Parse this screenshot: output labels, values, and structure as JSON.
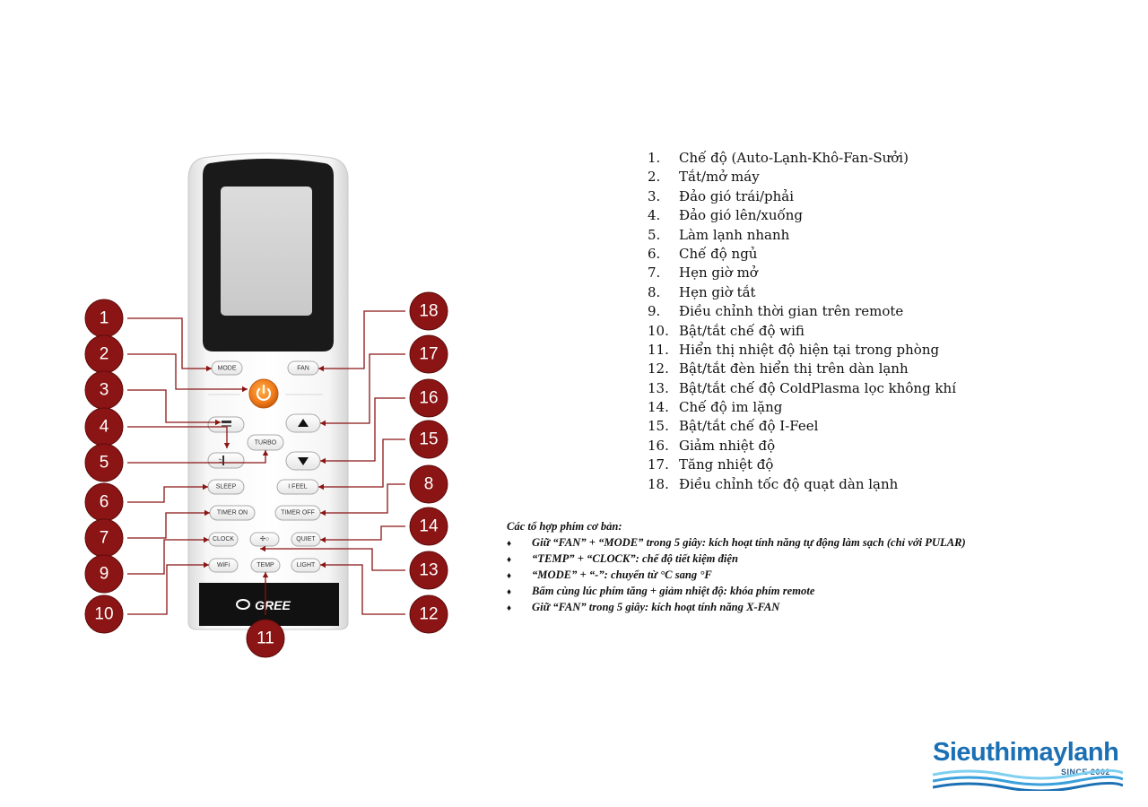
{
  "remote": {
    "brand": "GREE",
    "buttons": {
      "mode": "MODE",
      "fan": "FAN",
      "turbo": "TURBO",
      "sleep": "SLEEP",
      "ifeel": "I FEEL",
      "timer_on": "TIMER ON",
      "timer_off": "TIMER OFF",
      "clock": "CLOCK",
      "quiet": "QUIET",
      "wifi": "WiFi",
      "temp": "TEMP",
      "light": "LIGHT"
    }
  },
  "callouts": [
    "1",
    "2",
    "3",
    "4",
    "5",
    "6",
    "7",
    "8",
    "9",
    "10",
    "11",
    "12",
    "13",
    "14",
    "15",
    "16",
    "17",
    "18"
  ],
  "legend": [
    {
      "num": "1.",
      "text": "Chế độ (Auto-Lạnh-Khô-Fan-Sưởi)"
    },
    {
      "num": "2.",
      "text": "Tắt/mở máy"
    },
    {
      "num": "3.",
      "text": "Đảo gió trái/phải"
    },
    {
      "num": "4.",
      "text": "Đảo gió lên/xuống"
    },
    {
      "num": "5.",
      "text": "Làm lạnh nhanh"
    },
    {
      "num": "6.",
      "text": "Chế độ ngủ"
    },
    {
      "num": "7.",
      "text": "Hẹn giờ mở"
    },
    {
      "num": "8.",
      "text": "Hẹn giờ tắt"
    },
    {
      "num": "9.",
      "text": "Điều chỉnh thời gian trên remote"
    },
    {
      "num": "10.",
      "text": "Bật/tắt chế độ wifi"
    },
    {
      "num": "11.",
      "text": "Hiển thị nhiệt độ hiện tại trong phòng"
    },
    {
      "num": "12.",
      "text": "Bật/tắt đèn hiển thị trên dàn lạnh"
    },
    {
      "num": "13.",
      "text": "Bật/tắt chế độ ColdPlasma lọc không khí"
    },
    {
      "num": "14.",
      "text": "Chế độ im lặng"
    },
    {
      "num": "15.",
      "text": "Bật/tắt chế độ I-Feel"
    },
    {
      "num": "16.",
      "text": "Giảm nhiệt độ"
    },
    {
      "num": "17.",
      "text": "Tăng nhiệt độ"
    },
    {
      "num": "18.",
      "text": "Điều chỉnh tốc độ quạt dàn lạnh"
    }
  ],
  "combos": {
    "title": "Các tổ hợp phím cơ bản:",
    "bullet": "♦",
    "items": [
      "Giữ “FAN” + “MODE” trong 5 giây: kích hoạt tính năng tự động làm sạch (chỉ với PULAR)",
      "“TEMP” + “CLOCK”: chế độ tiết kiệm điện",
      "“MODE” + “-”: chuyển từ °C sang °F",
      "Bấm cùng lúc phím tăng + giảm nhiệt độ: khóa phím remote",
      "Giữ “FAN” trong 5 giây: kích hoạt tính năng X-FAN"
    ]
  },
  "logo": {
    "brand": "Sieuthimaylanh",
    "since": "SINCE 2002"
  },
  "colors": {
    "callout_fill": "#8b1414",
    "leader_line": "#8b1414",
    "power_button": "#f07a1a",
    "brand_blue": "#1b6fb3"
  }
}
